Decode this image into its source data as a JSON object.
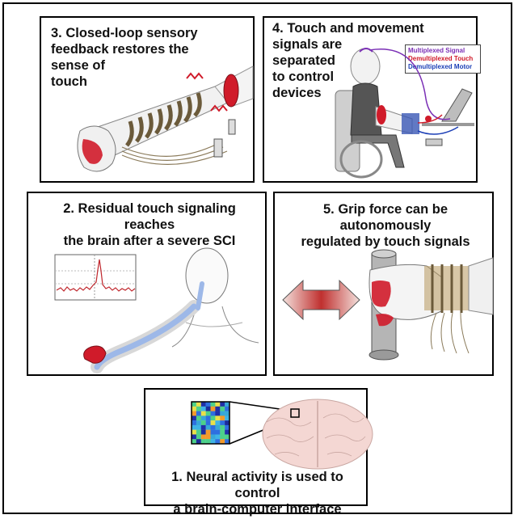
{
  "panels": {
    "p3": {
      "caption_lines": [
        "3. Closed-loop sensory",
        "feedback restores the",
        "sense of",
        "touch"
      ]
    },
    "p4": {
      "caption_lines": [
        "4. Touch and movement",
        "signals are",
        "separated",
        "to control",
        "devices"
      ],
      "legend": [
        {
          "label": "Multiplexed Signal",
          "color": "#7a2fb5"
        },
        {
          "label": "Demultiplexed Touch",
          "color": "#d01b2a"
        },
        {
          "label": "Demultiplexed Motor",
          "color": "#1c3fb6"
        }
      ]
    },
    "p2": {
      "caption_lines": [
        "2. Residual touch signaling reaches",
        "the brain after a severe SCI"
      ]
    },
    "p5": {
      "caption_lines": [
        "5. Grip force can be autonomously",
        "regulated by touch signals"
      ]
    },
    "p1": {
      "caption_lines": [
        "1. Neural activity is used to control",
        "a brain-computer interface"
      ]
    }
  },
  "colors": {
    "touch_red": "#d01b2a",
    "spine_blue": "#9db8e8",
    "brain_pink": "#f4d7d3"
  }
}
